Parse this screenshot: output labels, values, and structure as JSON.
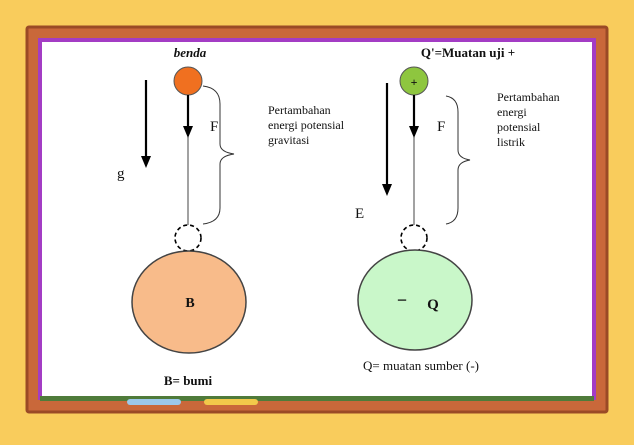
{
  "board": {
    "frame_color": "#c9683a",
    "frame_dark": "#9a4a26",
    "border_color": "#a33cc4",
    "panel_color": "#ffffff",
    "rail_color": "#4f7b3a",
    "chalk_blue": "#9cc8ea",
    "chalk_yellow": "#f2c94a"
  },
  "gravity": {
    "object_label": "benda",
    "field_label": "g",
    "force_label": "F",
    "energy_text": [
      "Pertambahan",
      "energi potensial",
      "gravitasi"
    ],
    "body_label": "B",
    "caption": "B= bumi",
    "object_color": "#f07020",
    "body_color": "#f8bb8a"
  },
  "electric": {
    "charge_label": "Q'=Muatan uji +",
    "charge_sign": "+",
    "field_label": "E",
    "force_label": "F",
    "energy_text": [
      "Pertambahan",
      "energi",
      "potensial",
      "listrik"
    ],
    "source_sign": "−",
    "source_label": "Q",
    "caption": "Q= muatan sumber (-)",
    "charge_color": "#8ec63f",
    "source_color": "#c9f7c9"
  }
}
